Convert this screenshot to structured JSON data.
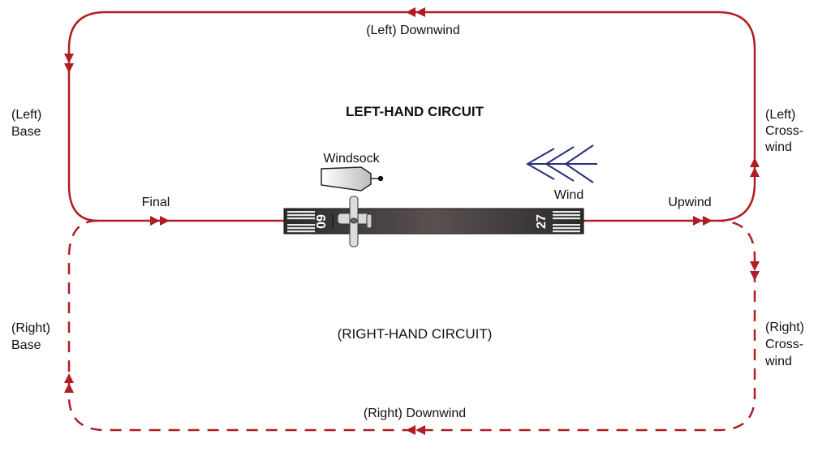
{
  "titles": {
    "left_circuit": "LEFT-HAND CIRCUIT",
    "right_circuit": "(RIGHT-HAND CIRCUIT)"
  },
  "legs": {
    "left_downwind": "(Left) Downwind",
    "left_base": [
      "(Left)",
      "Base"
    ],
    "left_crosswind": [
      "(Left)",
      "Cross-",
      "wind"
    ],
    "final": "Final",
    "upwind": "Upwind",
    "right_base": [
      "(Right)",
      "Base"
    ],
    "right_crosswind": [
      "(Right)",
      "Cross-",
      "wind"
    ],
    "right_downwind": "(Right) Downwind"
  },
  "features": {
    "windsock": "Windsock",
    "wind": "Wind"
  },
  "runway": {
    "left_end": "09",
    "right_end": "27"
  },
  "colors": {
    "circuit": "#b01c24",
    "wind": "#27307a",
    "runway": "#2a2a2a"
  }
}
